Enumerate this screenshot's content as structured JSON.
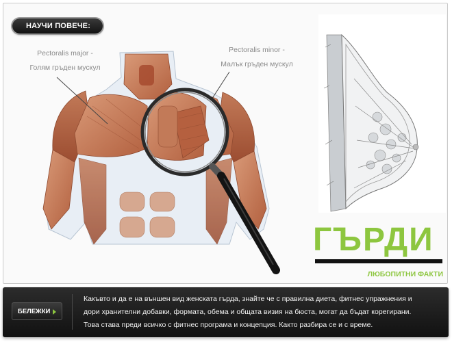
{
  "learn_more_button": "НАУЧИ ПОВЕЧЕ:",
  "labels": {
    "major_en": "Pectoralis major -",
    "major_bg": "Голям гръден мускул",
    "minor_en": "Pectoralis minor -",
    "minor_bg": "Малък гръден мускул"
  },
  "title": "ГЪРДИ",
  "subtitle": "ЛЮБОПИТНИ ФАКТИ",
  "notes": {
    "button": "БЕЛЕЖКИ",
    "lines": [
      "Какъвто и да е на външен вид женската гърда, знайте че с правилна диета, фитнес упражнения и",
      "дори хранителни добавки, формата, обема и общата визия на бюста, могат да бъдат корегирани.",
      "Това става преди всичко с фитнес програма и концепция. Както разбира се и с време."
    ]
  },
  "colors": {
    "accent_green": "#8dc63f",
    "muscle": "#c9805e",
    "dark_bar": "#1a1a1a"
  },
  "icons": {
    "notes_arrow": "arrow-right-icon",
    "magnifier": "magnifying-glass-icon"
  }
}
